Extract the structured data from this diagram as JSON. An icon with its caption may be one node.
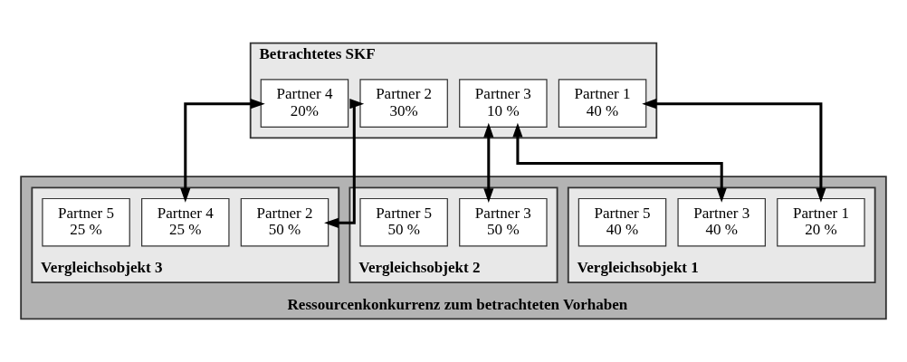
{
  "diagram": {
    "nodes": [
      {
        "text": [
          "Betrachtetes SKF"
        ]
      },
      {
        "text": [
          "Partner 1",
          "40 %"
        ],
        "in": 0
      },
      {
        "text": [
          "Partner 2",
          "30%"
        ],
        "in": 0
      },
      {
        "text": [
          "Partner 3",
          "10 %"
        ],
        "in": 0
      },
      {
        "text": [
          "Partner 4",
          "20%"
        ],
        "in": 0
      },
      {
        "text": [
          "Ressourcenkonkurrenz zum betrachteten Vorhaben"
        ]
      },
      {
        "text": [
          "Vergleichsobjekt 1"
        ],
        "in": 5
      },
      {
        "text": [
          "Partner 1",
          "20 %"
        ],
        "in": 6
      },
      {
        "text": [
          "Partner 3",
          "40 %"
        ],
        "in": 6
      },
      {
        "text": [
          "Partner 5",
          "40 %"
        ],
        "in": 6
      },
      {
        "text": [
          "Vergleichsobjekt 2"
        ],
        "in": 5
      },
      {
        "text": [
          "Partner 3",
          "50 %"
        ],
        "in": 10
      },
      {
        "text": [
          "Partner 5",
          "50 %"
        ],
        "in": 10
      },
      {
        "text": [
          "Vergleichsobjekt 3"
        ],
        "in": 5
      },
      {
        "text": [
          "Partner 2",
          "50 %"
        ],
        "in": 13
      },
      {
        "text": [
          "Partner 4",
          "25 %"
        ],
        "in": 13
      },
      {
        "text": [
          "Partner 5",
          "25 %"
        ],
        "in": 13
      }
    ],
    "edges": [
      {
        "from": 1,
        "to": 7,
        "arrow": "both"
      },
      {
        "from": 3,
        "to": 8,
        "arrow": "both"
      },
      {
        "from": 3,
        "to": 11,
        "arrow": "both"
      },
      {
        "from": 2,
        "to": 14,
        "arrow": "both"
      },
      {
        "from": 4,
        "to": 15,
        "arrow": "both"
      }
    ]
  }
}
